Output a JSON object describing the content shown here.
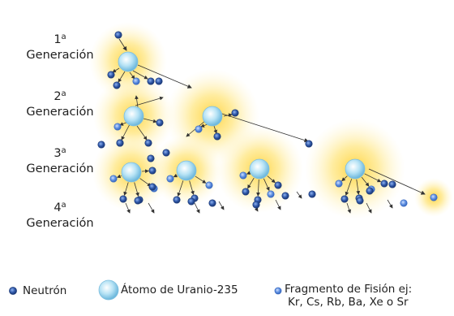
{
  "generations": [
    {
      "num": "1",
      "sup": "a",
      "word": "Generación"
    },
    {
      "num": "2",
      "sup": "a",
      "word": "Generación"
    },
    {
      "num": "3",
      "sup": "a",
      "word": "Generación"
    },
    {
      "num": "4",
      "sup": "a",
      "word": "Generación"
    }
  ],
  "legend": {
    "neutron": "Neutrón",
    "atom": "Átomo de Uranio-235",
    "fragment_line1": "Fragmento de Fisión ej:",
    "fragment_line2": "Kr, Cs, Rb, Ba, Xe o Sr"
  },
  "colors": {
    "glow_inner": "#ffd84a",
    "glow_outer": "#fff6d0",
    "atom": "#9fd8f0",
    "neutron": "#2f57a8",
    "fragment": "#5b8de0",
    "arrow": "#333333"
  }
}
